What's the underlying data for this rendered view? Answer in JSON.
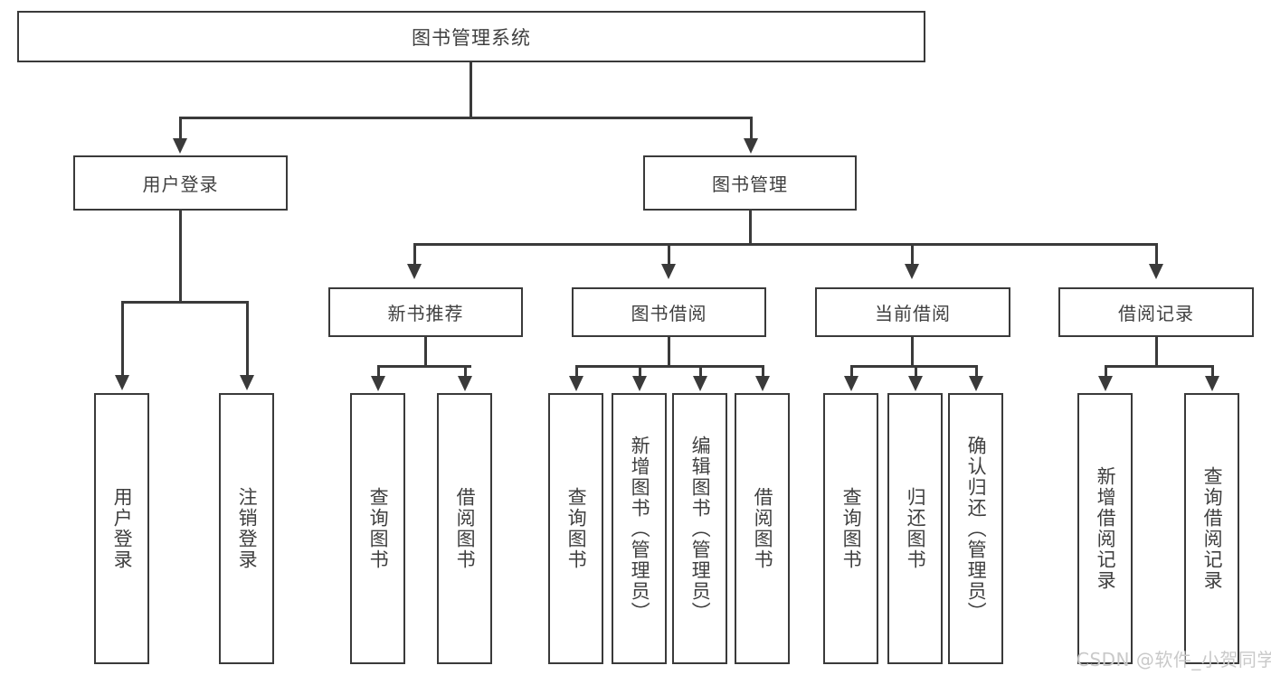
{
  "diagram": {
    "title": "图书管理系统",
    "type": "tree-hierarchy-diagram",
    "root": {
      "label": "图书管理系统"
    },
    "level2": [
      {
        "label": "用户登录"
      },
      {
        "label": "图书管理"
      }
    ],
    "level3": [
      {
        "label": "新书推荐"
      },
      {
        "label": "图书借阅"
      },
      {
        "label": "当前借阅"
      },
      {
        "label": "借阅记录"
      }
    ],
    "leaves": {
      "user_login": [
        {
          "label": "用户登录"
        },
        {
          "label": "注销登录"
        }
      ],
      "new_book_recommend": [
        {
          "label": "查询图书"
        },
        {
          "label": "借阅图书"
        }
      ],
      "book_borrow": [
        {
          "label": "查询图书"
        },
        {
          "label": "新增图书（管理员）"
        },
        {
          "label": "编辑图书（管理员）"
        },
        {
          "label": "借阅图书"
        }
      ],
      "current_borrow": [
        {
          "label": "查询图书"
        },
        {
          "label": "归还图书"
        },
        {
          "label": "确认归还（管理员）"
        }
      ],
      "borrow_record": [
        {
          "label": "新增借阅记录"
        },
        {
          "label": "查询借阅记录"
        }
      ]
    }
  },
  "watermark": {
    "text": "CSDN @软件_小贺同学"
  },
  "colors": {
    "border": "#3a3a3a",
    "text": "#3f3f3f",
    "background": "#ffffff",
    "watermark": "#c9c9c9"
  }
}
